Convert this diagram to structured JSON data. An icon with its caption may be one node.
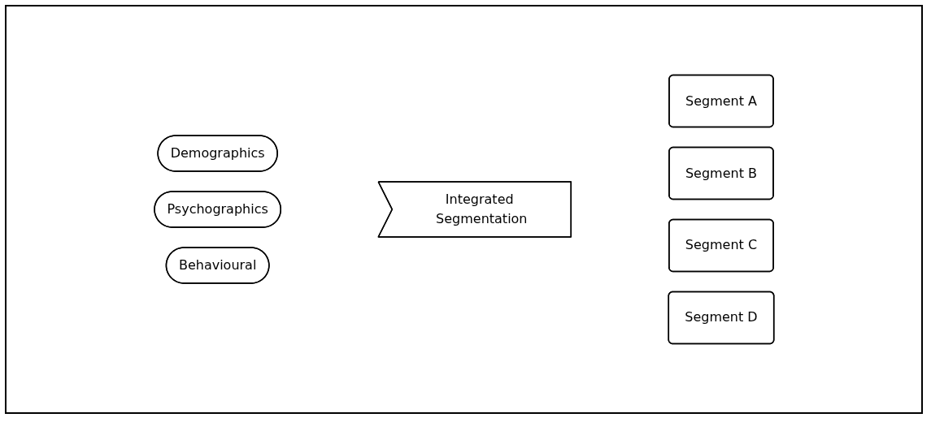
{
  "diagram": {
    "nodes": [
      {
        "text": [
          "Demographics"
        ]
      },
      {
        "text": [
          "Psychographics"
        ]
      },
      {
        "text": [
          "Behavioural"
        ]
      },
      {
        "text": [
          "Integrated Segmentation"
        ]
      },
      {
        "text": [
          "Segment A"
        ]
      },
      {
        "text": [
          "Segment B"
        ]
      },
      {
        "text": [
          "Segment C"
        ]
      },
      {
        "text": [
          "Segment D"
        ]
      }
    ]
  }
}
